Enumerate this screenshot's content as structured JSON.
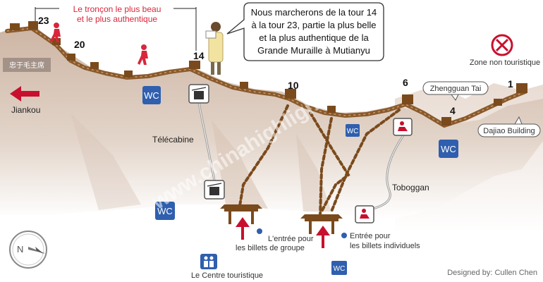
{
  "header": {
    "section_line1": "Le tronçon le plus beau",
    "section_line2": "et le plus authentique"
  },
  "speech_bubble": {
    "line1": "Nous marcherons de la tour 14",
    "line2": "à la tour 23, partie la plus belle",
    "line3": "et la plus authentique de la",
    "line4": "Grande Muraille à Mutianyu"
  },
  "towers": {
    "t23": "23",
    "t20": "20",
    "t14": "14",
    "t10": "10",
    "t6": "6",
    "t4": "4",
    "t1": "1"
  },
  "places": {
    "jiankou": "Jiankou",
    "zhengguan_tai": "Zhengguan Tai",
    "dajiao_building": "Dajiao Building",
    "non_tourist_zone": "Zone non touristique",
    "cable_car": "Télécabine",
    "toboggan": "Toboggan",
    "tourist_center": "Le Centre touristique",
    "chinese_sign": "忠于毛主席"
  },
  "entrances": {
    "group_line1": "L'entrée pour",
    "group_line2": "les billets de groupe",
    "individual_line1": "Entrée pour",
    "individual_line2": "les billets individuels"
  },
  "icons": {
    "wc": "WC",
    "compass": "N"
  },
  "watermark": "www.chinahighlights.com",
  "credit": "Designed by: Cullen Chen",
  "colors": {
    "wall": "#8a5a2c",
    "trail": "#7a4a1c",
    "mountain": "#d9c6b8",
    "wc_blue": "#2f5fae",
    "arrow_red": "#c8102e",
    "accent_red": "#d9263a"
  }
}
